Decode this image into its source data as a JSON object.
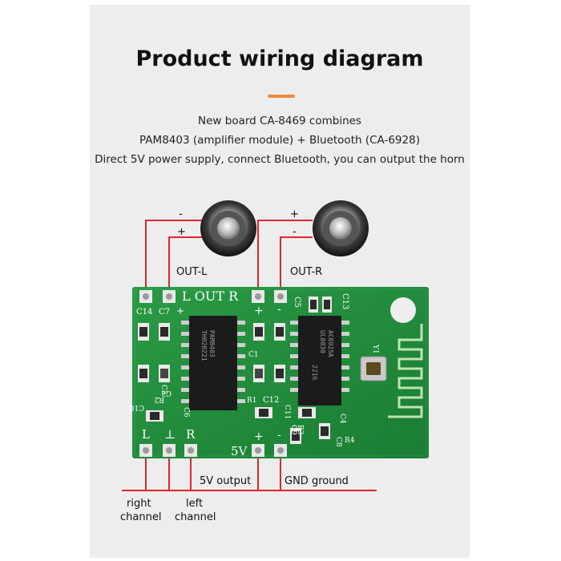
{
  "title": "Product wiring diagram",
  "subtitle_lines": [
    "New board CA-8469 combines",
    "PAM8403 (amplifier module) + Bluetooth (CA-6928)",
    "Direct 5V power supply, connect Bluetooth, you can output the horn"
  ],
  "colors": {
    "accent": "#f08a3c",
    "wire": "#e0252b",
    "board": "#1f8a3a",
    "panel": "#ededed"
  },
  "speakers": {
    "left": {
      "minus": "-",
      "plus": "+",
      "label": "OUT-L"
    },
    "right": {
      "plus": "+",
      "minus": "-",
      "label": "OUT-R"
    }
  },
  "board": {
    "header_text": "L OUT R",
    "top_plus": "+",
    "top_minus": "-",
    "chip_left": [
      "PAM8403",
      "TH020221"
    ],
    "chip_right": [
      "AC6925A",
      "UL0830",
      "2216"
    ],
    "silkscreen": [
      "C14",
      "C7",
      "C13",
      "C5",
      "C1",
      "C2",
      "C3",
      "C4",
      "C6",
      "C8",
      "C9",
      "C10",
      "C11",
      "C12",
      "R1",
      "R2",
      "R3",
      "R4",
      "Y1",
      "+"
    ],
    "bottom_labels": [
      "L",
      "⊥",
      "R"
    ],
    "bottom_5v": "5V",
    "bottom_plus": "+",
    "bottom_minus": "-"
  },
  "bottom_labels": {
    "right_channel": [
      "right",
      "channel"
    ],
    "left_channel": [
      "left",
      "channel"
    ],
    "five_v": "5V output",
    "gnd": "GND ground"
  }
}
